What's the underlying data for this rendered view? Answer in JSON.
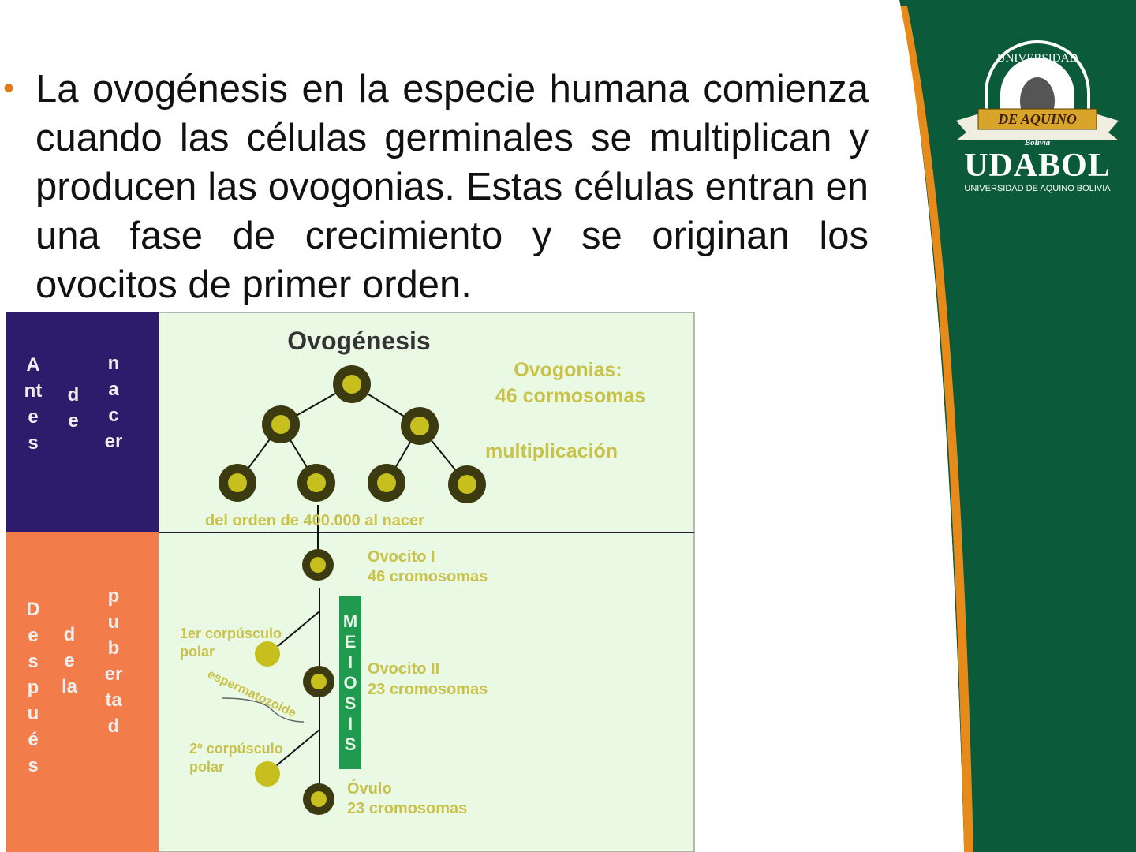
{
  "slide": {
    "bullet": "La ovogénesis en la especie humana comienza  cuando las células germinales se multiplican y  producen las ovogonias. Estas células entran en  una fase de crecimiento y se originan los ovocitos  de primer orden."
  },
  "logo": {
    "arc_text": "UNIVERSIDAD",
    "ribbon": "DE AQUINO",
    "country": "Bolivia",
    "brand": "UDABOL",
    "subtitle": "UNIVERSIDAD DE AQUINO BOLIVIA"
  },
  "diagram": {
    "title": "Ovogénesis",
    "left_top": {
      "col1": "Antes",
      "col2": "de",
      "col3": "nacer"
    },
    "left_bottom": {
      "col1": "Después",
      "col2": "de la",
      "col3": "pubertad"
    },
    "ovogonias_line1": "Ovogonias:",
    "ovogonias_line2": "46 cormosomas",
    "multiplicacion": "multiplicación",
    "count_note": "del orden de 400.000 al nacer",
    "ovocito1_line1": "Ovocito I",
    "ovocito1_line2": "46 cromosomas",
    "polar1_line1": "1er corpúsculo",
    "polar1_line2": "polar",
    "espermatozoide": "espermatozoide",
    "ovocito2_line1": "Ovocito II",
    "ovocito2_line2": "23 cromosomas",
    "polar2_line1": "2º corpúsculo",
    "polar2_line2": "polar",
    "ovulo_line1": "Óvulo",
    "ovulo_line2": "23 cromosomas",
    "meiosis": "MEIOSIS",
    "colors": {
      "top_band": "#2d1b6b",
      "bottom_band": "#f27c4a",
      "panel": "#e9f9e3",
      "cell_ring": "#3b3a10",
      "cell_core": "#c6bf1e",
      "meiosis_bar": "#1f9a4e",
      "brand_green": "#0b5a3a",
      "accent_orange": "#e88a1a"
    }
  }
}
